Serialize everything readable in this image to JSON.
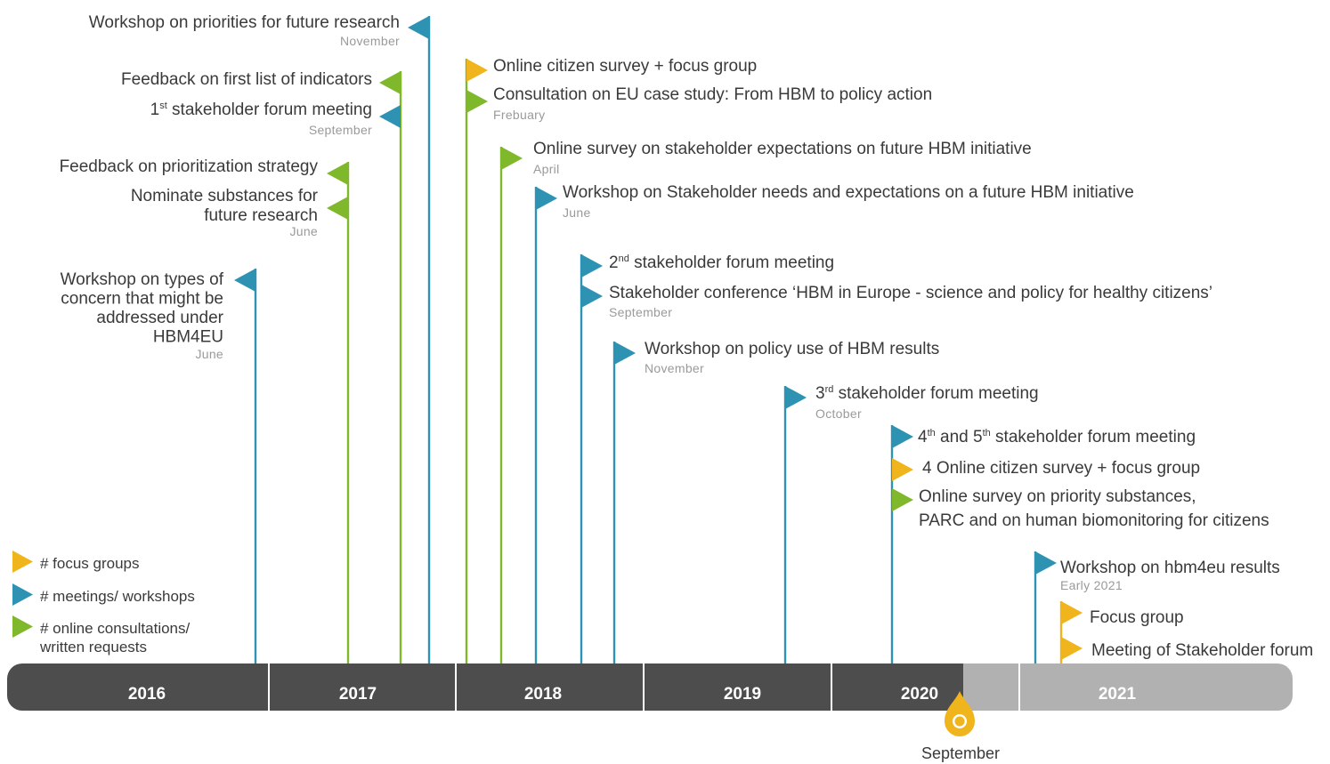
{
  "colors": {
    "focus_group": "#f0b41c",
    "meeting": "#2e93b3",
    "consultation": "#7fb82b",
    "timeline_bar": "#4d4d4d",
    "timeline_future": "#b1b1b1",
    "text": "#3a3a3a",
    "subtext": "#9a9a9a"
  },
  "legend": [
    {
      "type": "focus",
      "icon": "yellow-flag-icon",
      "lines": [
        "# focus groups"
      ]
    },
    {
      "type": "meeting",
      "icon": "blue-flag-icon",
      "lines": [
        "# meetings/ workshops"
      ]
    },
    {
      "type": "consult",
      "icon": "green-flag-icon",
      "lines": [
        "# online consultations/",
        "written requests"
      ]
    }
  ],
  "years": [
    "2016",
    "2017",
    "2018",
    "2019",
    "2020",
    "2021"
  ],
  "marker": {
    "label": "September",
    "icon": "location-pin-icon"
  },
  "events": [
    {
      "type": "meeting",
      "side": "left",
      "title": [
        "Workshop on priorities for future research"
      ],
      "sub": "November"
    },
    {
      "type": "consult",
      "side": "left",
      "title": [
        "Feedback on first list of indicators"
      ],
      "sub": ""
    },
    {
      "type": "meeting",
      "side": "left",
      "title": [
        [
          "1",
          "st",
          " stakeholder forum meeting"
        ]
      ],
      "sub": "September"
    },
    {
      "type": "consult",
      "side": "left",
      "title": [
        "Feedback on prioritization strategy"
      ],
      "sub": ""
    },
    {
      "type": "consult",
      "side": "left",
      "title": [
        "Nominate substances for",
        "future research"
      ],
      "sub": "June"
    },
    {
      "type": "meeting",
      "side": "left",
      "title": [
        "Workshop on types of",
        "concern that might be",
        "addressed under",
        "HBM4EU"
      ],
      "sub": "June"
    },
    {
      "type": "focus",
      "side": "right",
      "title": [
        "Online citizen survey + focus group"
      ],
      "sub": ""
    },
    {
      "type": "consult",
      "side": "right",
      "title": [
        "Consultation on EU case study: From HBM to policy action"
      ],
      "sub": "Frebuary"
    },
    {
      "type": "consult",
      "side": "right",
      "title": [
        "Online survey on stakeholder expectations on future HBM initiative"
      ],
      "sub": "April"
    },
    {
      "type": "meeting",
      "side": "right",
      "title": [
        "Workshop on Stakeholder needs and expectations on a future HBM initiative"
      ],
      "sub": "June"
    },
    {
      "type": "meeting",
      "side": "right",
      "title": [
        [
          "2",
          "nd",
          " stakeholder forum meeting"
        ]
      ],
      "sub": ""
    },
    {
      "type": "meeting",
      "side": "right",
      "title": [
        "Stakeholder conference ‘HBM in Europe - science and policy for healthy citizens’"
      ],
      "sub": "September"
    },
    {
      "type": "meeting",
      "side": "right",
      "title": [
        "Workshop on policy use of HBM results"
      ],
      "sub": "November"
    },
    {
      "type": "meeting",
      "side": "right",
      "title": [
        [
          "3",
          "rd",
          " stakeholder forum meeting"
        ]
      ],
      "sub": "October"
    },
    {
      "type": "meeting",
      "side": "right",
      "title": [
        [
          "4",
          "th",
          " and 5",
          "th",
          " stakeholder forum meeting"
        ]
      ],
      "sub": ""
    },
    {
      "type": "focus",
      "side": "right",
      "title": [
        "4 Online citizen survey + focus group"
      ],
      "sub": ""
    },
    {
      "type": "consult",
      "side": "right",
      "title": [
        "Online survey on priority substances,",
        "PARC and on human biomonitoring for citizens"
      ],
      "sub": ""
    },
    {
      "type": "meeting",
      "side": "right",
      "title": [
        "Workshop on hbm4eu results"
      ],
      "sub": "Early 2021"
    },
    {
      "type": "focus",
      "side": "right",
      "title": [
        "Focus group"
      ],
      "sub": ""
    },
    {
      "type": "focus",
      "side": "right",
      "title": [
        "Meeting of Stakeholder forum"
      ],
      "sub": ""
    }
  ]
}
